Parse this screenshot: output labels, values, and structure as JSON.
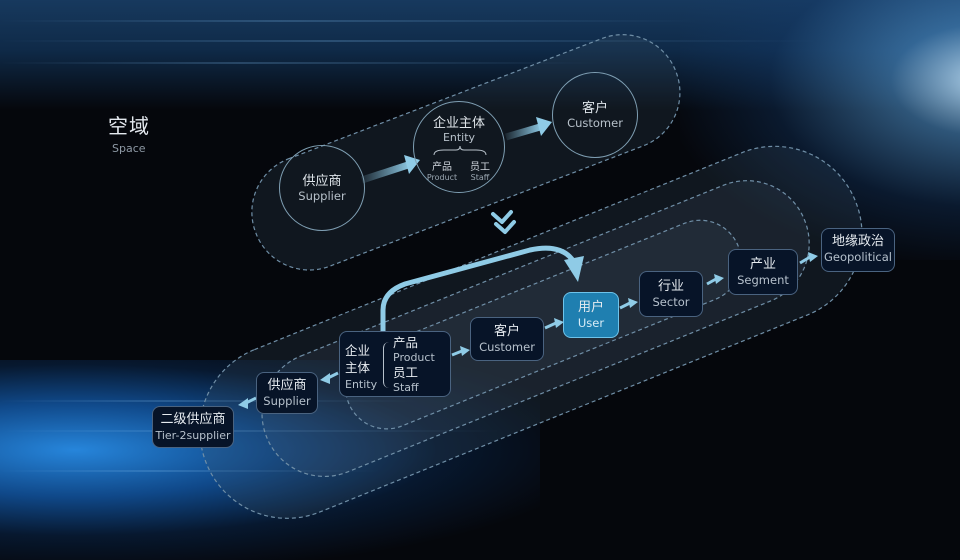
{
  "section": {
    "title_zh": "空域",
    "title_en": "Space"
  },
  "top_flow": {
    "supplier": {
      "zh": "供应商",
      "en": "Supplier"
    },
    "entity": {
      "zh": "企业主体",
      "en": "Entity",
      "product": {
        "zh": "产品",
        "en": "Product"
      },
      "staff": {
        "zh": "员工",
        "en": "Staff"
      }
    },
    "customer": {
      "zh": "客户",
      "en": "Customer"
    }
  },
  "bottom_flow": {
    "tier2_supplier": {
      "zh": "二级供应商",
      "en": "Tier-2supplier"
    },
    "supplier": {
      "zh": "供应商",
      "en": "Supplier"
    },
    "entity": {
      "zh_line1": "企业",
      "zh_line2": "主体",
      "en": "Entity",
      "product": {
        "zh": "产品",
        "en": "Product"
      },
      "staff": {
        "zh": "员工",
        "en": "Staff"
      }
    },
    "customer": {
      "zh": "客户",
      "en": "Customer"
    },
    "user": {
      "zh": "用户",
      "en": "User"
    },
    "sector": {
      "zh": "行业",
      "en": "Sector"
    },
    "segment": {
      "zh": "产业",
      "en": "Segment"
    },
    "geopolitical": {
      "zh": "地缘政治",
      "en": "Geopolitical"
    }
  },
  "icons": {
    "transition": "double-chevron-down-icon",
    "flow": "arrow-right-icon",
    "skip": "curved-arrow-icon"
  },
  "colors": {
    "background": "#05070c",
    "box_fill": "#071428",
    "box_border": "#4a6380",
    "highlight_fill": "#1f7fb0",
    "highlight_border": "#6ec3ea",
    "arrow": "#8fcbe6",
    "dashed_outline": "#6f8ea6"
  }
}
